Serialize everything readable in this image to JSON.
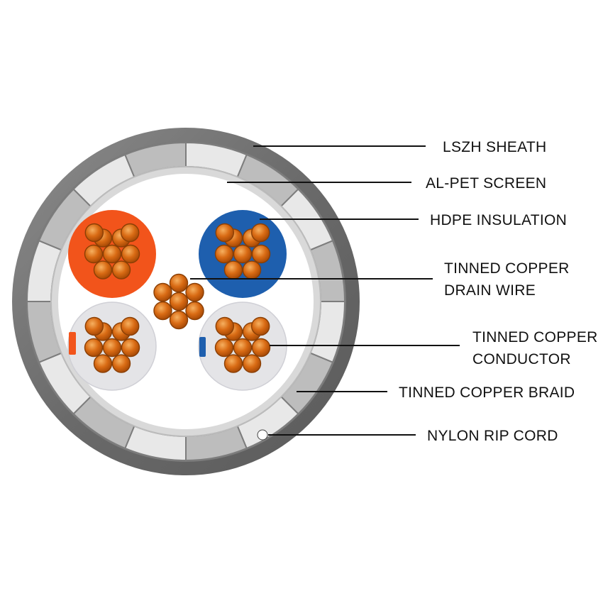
{
  "labels": {
    "lszh_sheath": "LSZH SHEATH",
    "al_pet_screen": "AL-PET SCREEN",
    "hdpe_insulation": "HDPE  INSULATION",
    "drain_wire_1": "TINNED COPPER",
    "drain_wire_2": "DRAIN WIRE",
    "conductor_1": "TINNED COPPER",
    "conductor_2": "CONDUCTOR",
    "braid": "TINNED COPPER BRAID",
    "rip_cord": "NYLON RIP CORD"
  },
  "colors": {
    "sheath": "#6e6e6e",
    "sheath_edge": "#8a8a8a",
    "braid_light": "#e8e8e8",
    "braid_dark": "#9a9a9a",
    "core_background": "#ffffff",
    "pair_orange": "#f2541b",
    "pair_blue": "#1e5fae",
    "pair_white": "#e4e4e7",
    "copper": "#d86a12",
    "copper_highlight": "#f0a04a",
    "marker_orange": "#f2541b",
    "marker_blue": "#1e5fae"
  },
  "icons": {
    "rip_cord": "white-dot-icon"
  }
}
